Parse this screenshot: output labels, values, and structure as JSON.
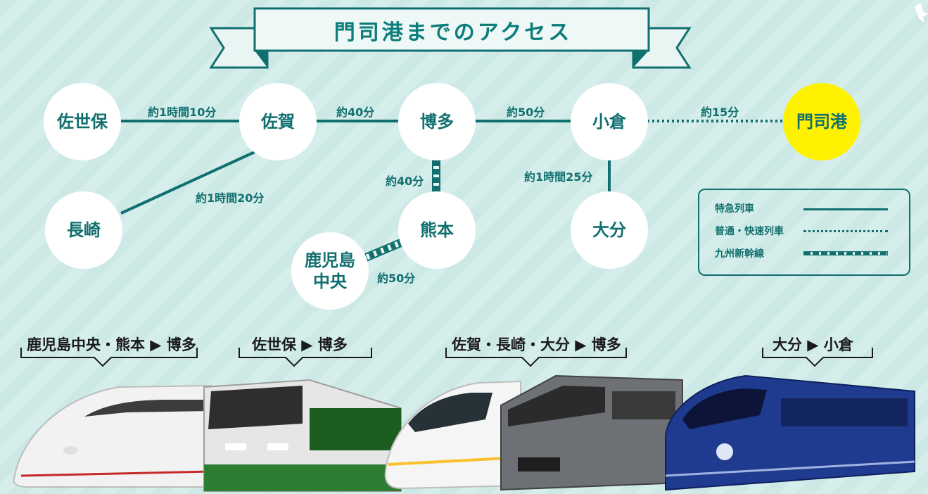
{
  "title": "門司港までのアクセス",
  "stations": {
    "sasebo": "佐世保",
    "saga": "佐賀",
    "hakata": "博多",
    "kokura": "小倉",
    "mojiko": "門司港",
    "nagasaki": "長崎",
    "kumamoto": "熊本",
    "kagoshima": "鹿児島\n中央",
    "oita": "大分"
  },
  "times": {
    "sasebo_saga": "約1時間10分",
    "saga_hakata": "約40分",
    "hakata_kokura": "約50分",
    "kokura_mojiko": "約15分",
    "saga_nagasaki": "約1時間20分",
    "hakata_kumamoto": "約40分",
    "kokura_oita": "約1時間25分",
    "kumamoto_kagoshima": "約50分"
  },
  "legend": {
    "limited_express": "特急列車",
    "local_rapid": "普通・快速列車",
    "shinkansen": "九州新幹線"
  },
  "routes": {
    "r1": "鹿児島中央・熊本 ▶ 博多",
    "r2": "佐世保 ▶ 博多",
    "r3": "佐賀・長崎・大分 ▶ 博多",
    "r4": "大分 ▶ 小倉"
  },
  "colors": {
    "teal": "#11706f",
    "destination": "#fff200",
    "background": "#cde9e6"
  }
}
